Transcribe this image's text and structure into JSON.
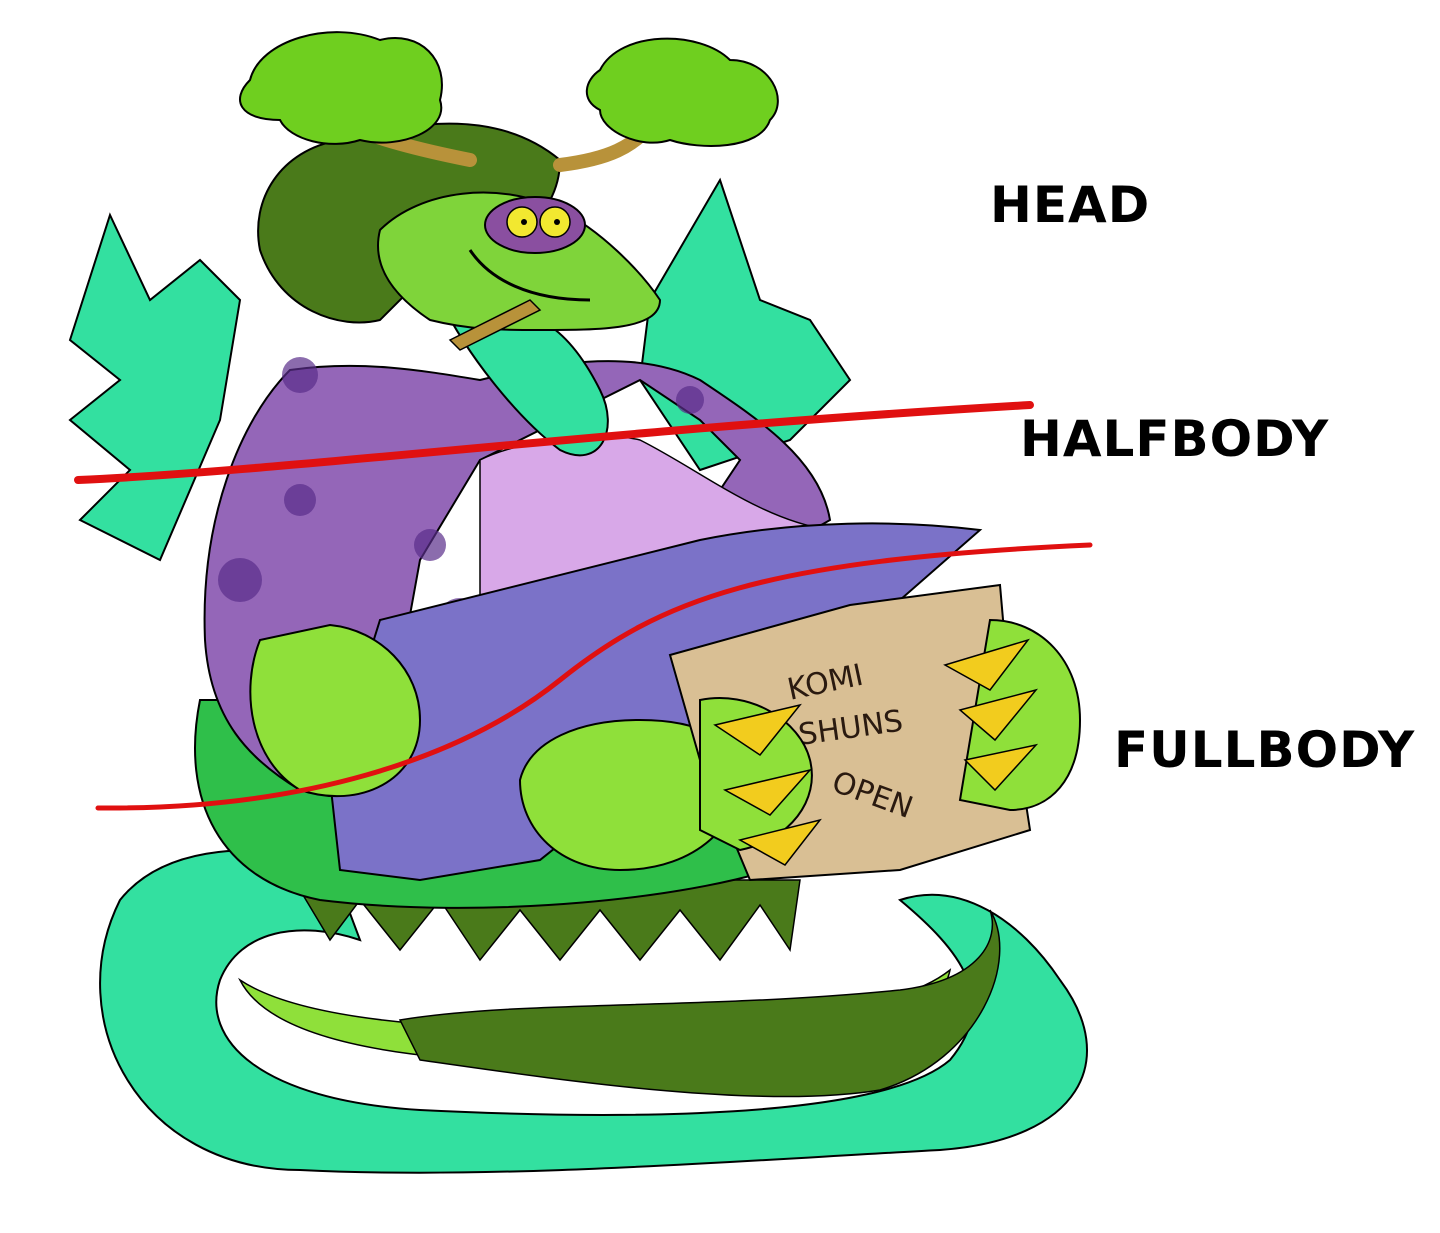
{
  "labels": {
    "head": "HEAD",
    "halfbody": "HALFBODY",
    "fullbody": "FULLBODY"
  },
  "sign": {
    "line1": "KOMI",
    "line2": "SHUNS",
    "line3": "OPEN"
  },
  "colors": {
    "background": "#ffffff",
    "divider_line": "#e01010",
    "tail_teal": "#33e0a0",
    "body_green": "#7fd43a",
    "dark_green": "#4a7a1a",
    "shirt_purple": "#9466b8",
    "undershirt_lilac": "#d8a8e8",
    "pants_blue": "#7b72c8",
    "claw_yellow": "#f2cc1e",
    "sign_tan": "#d9bf94",
    "tree_green": "#6fcf1f",
    "branch_brown": "#b8923a",
    "eye_yellow": "#f2e830",
    "mask_purple": "#8a4fa0"
  }
}
